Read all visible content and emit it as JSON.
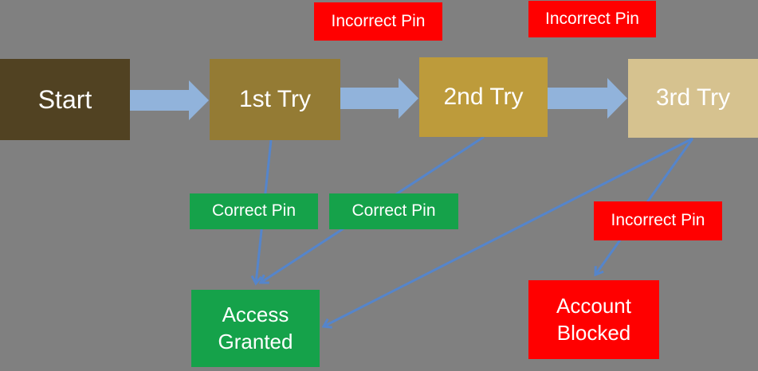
{
  "diagram": {
    "nodes": {
      "start": {
        "label": "Start"
      },
      "try1": {
        "label": "1st Try"
      },
      "try2": {
        "label": "2nd Try"
      },
      "try3": {
        "label": "3rd Try"
      },
      "access_granted": {
        "label": "Access Granted"
      },
      "account_blocked": {
        "label": "Account Blocked"
      }
    },
    "edge_labels": {
      "incorrect_pin_1": "Incorrect Pin",
      "incorrect_pin_2": "Incorrect Pin",
      "incorrect_pin_3": "Incorrect Pin",
      "correct_pin_1": "Correct Pin",
      "correct_pin_2": "Correct Pin"
    },
    "edges": [
      {
        "from": "start",
        "to": "try1",
        "style": "block-arrow"
      },
      {
        "from": "try1",
        "to": "try2",
        "style": "block-arrow",
        "label": "Incorrect Pin"
      },
      {
        "from": "try2",
        "to": "try3",
        "style": "block-arrow",
        "label": "Incorrect Pin"
      },
      {
        "from": "try1",
        "to": "access_granted",
        "style": "line-arrow",
        "label": "Correct Pin"
      },
      {
        "from": "try2",
        "to": "access_granted",
        "style": "line-arrow",
        "label": "Correct Pin"
      },
      {
        "from": "try3",
        "to": "access_granted",
        "style": "line-arrow"
      },
      {
        "from": "try3",
        "to": "account_blocked",
        "style": "line-arrow",
        "label": "Incorrect Pin"
      }
    ],
    "colors": {
      "background": "#808080",
      "start_box": "#514222",
      "try1_box": "#947B34",
      "try2_box": "#BD9B3B",
      "try3_box": "#D6C28F",
      "flow_arrow": "#91B3DB",
      "connector_line": "#5585CB",
      "success": "#15A24A",
      "failure": "#FF0000",
      "text": "#FFFFFF"
    }
  }
}
